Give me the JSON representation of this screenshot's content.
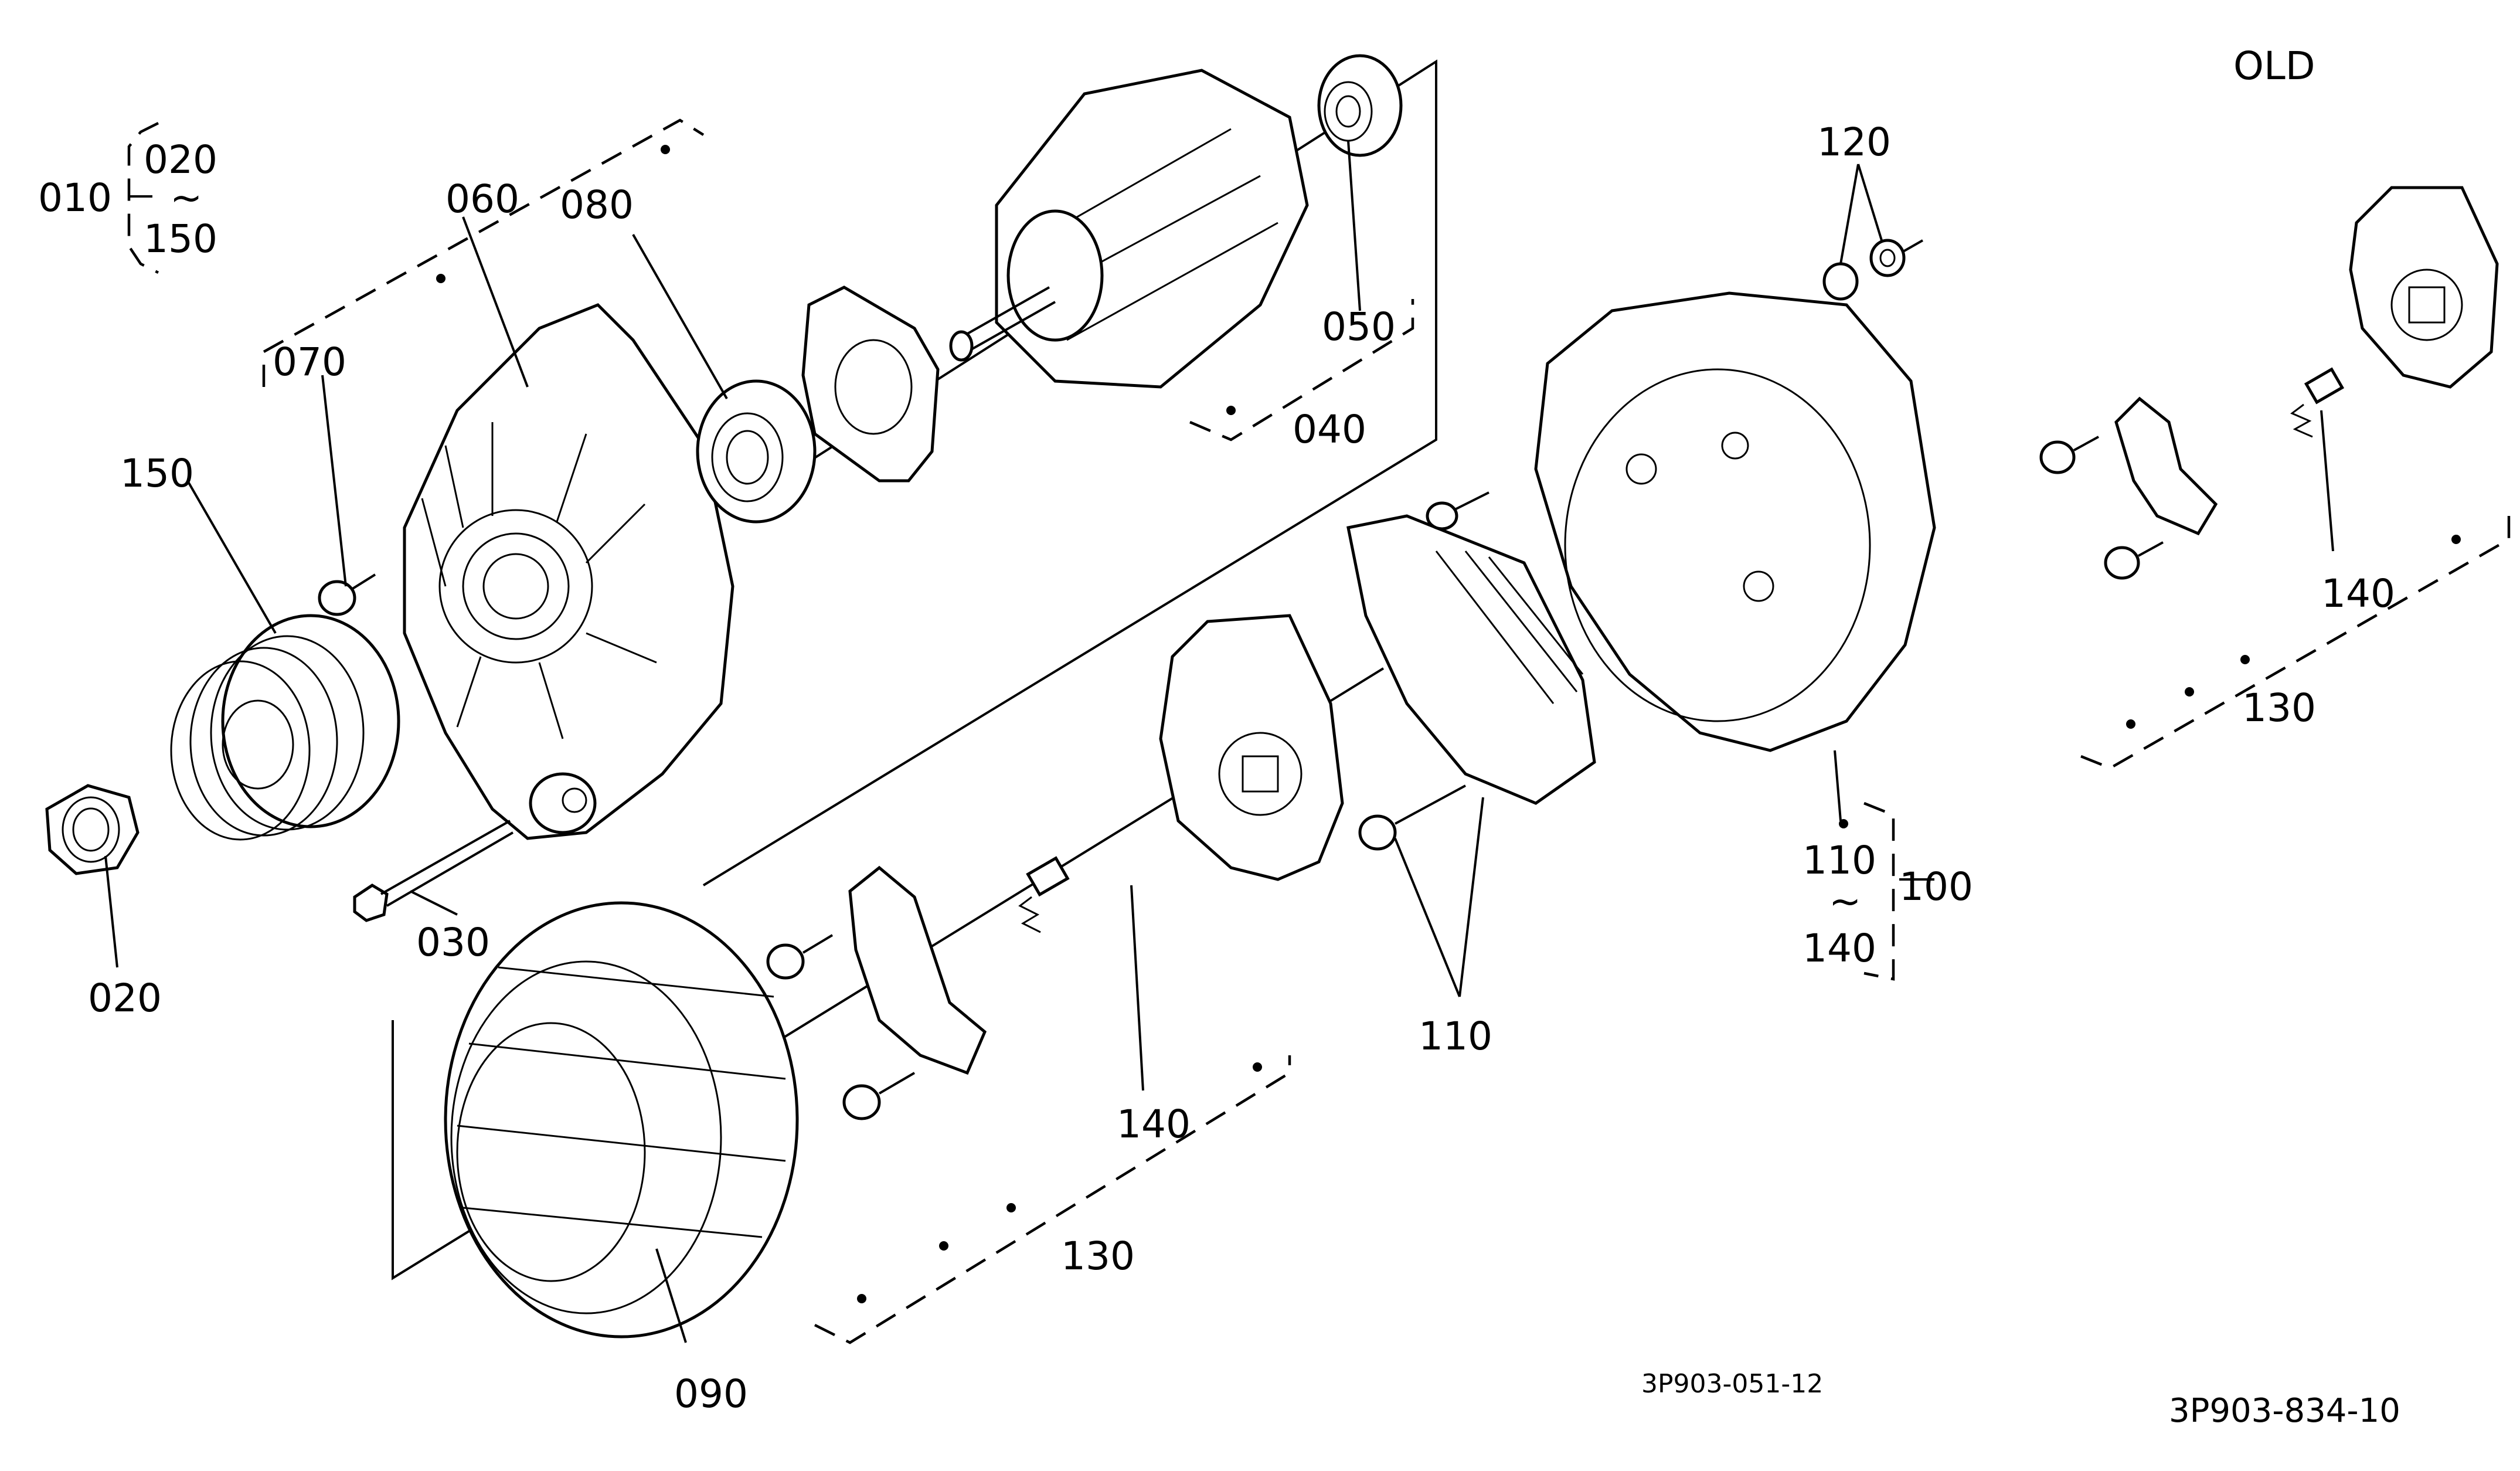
{
  "header": {
    "variant_label": "OLD"
  },
  "callouts": {
    "c010": "010",
    "c020_top": "020",
    "c150_top": "150",
    "tilde1": "~",
    "c060": "060",
    "c080": "080",
    "c070": "070",
    "c150": "150",
    "c030": "030",
    "c020": "020",
    "c050": "050",
    "c040": "040",
    "c090": "090",
    "c130": "130",
    "c140": "140",
    "c110": "110",
    "c120": "120",
    "c110_group": "110",
    "tilde2": "~",
    "c140_group": "140",
    "c100": "100",
    "c130_old": "130",
    "c140_old": "140"
  },
  "footer": {
    "drawing_ref": "3P903-051-12",
    "figure_ref": "3P903-834-10"
  }
}
